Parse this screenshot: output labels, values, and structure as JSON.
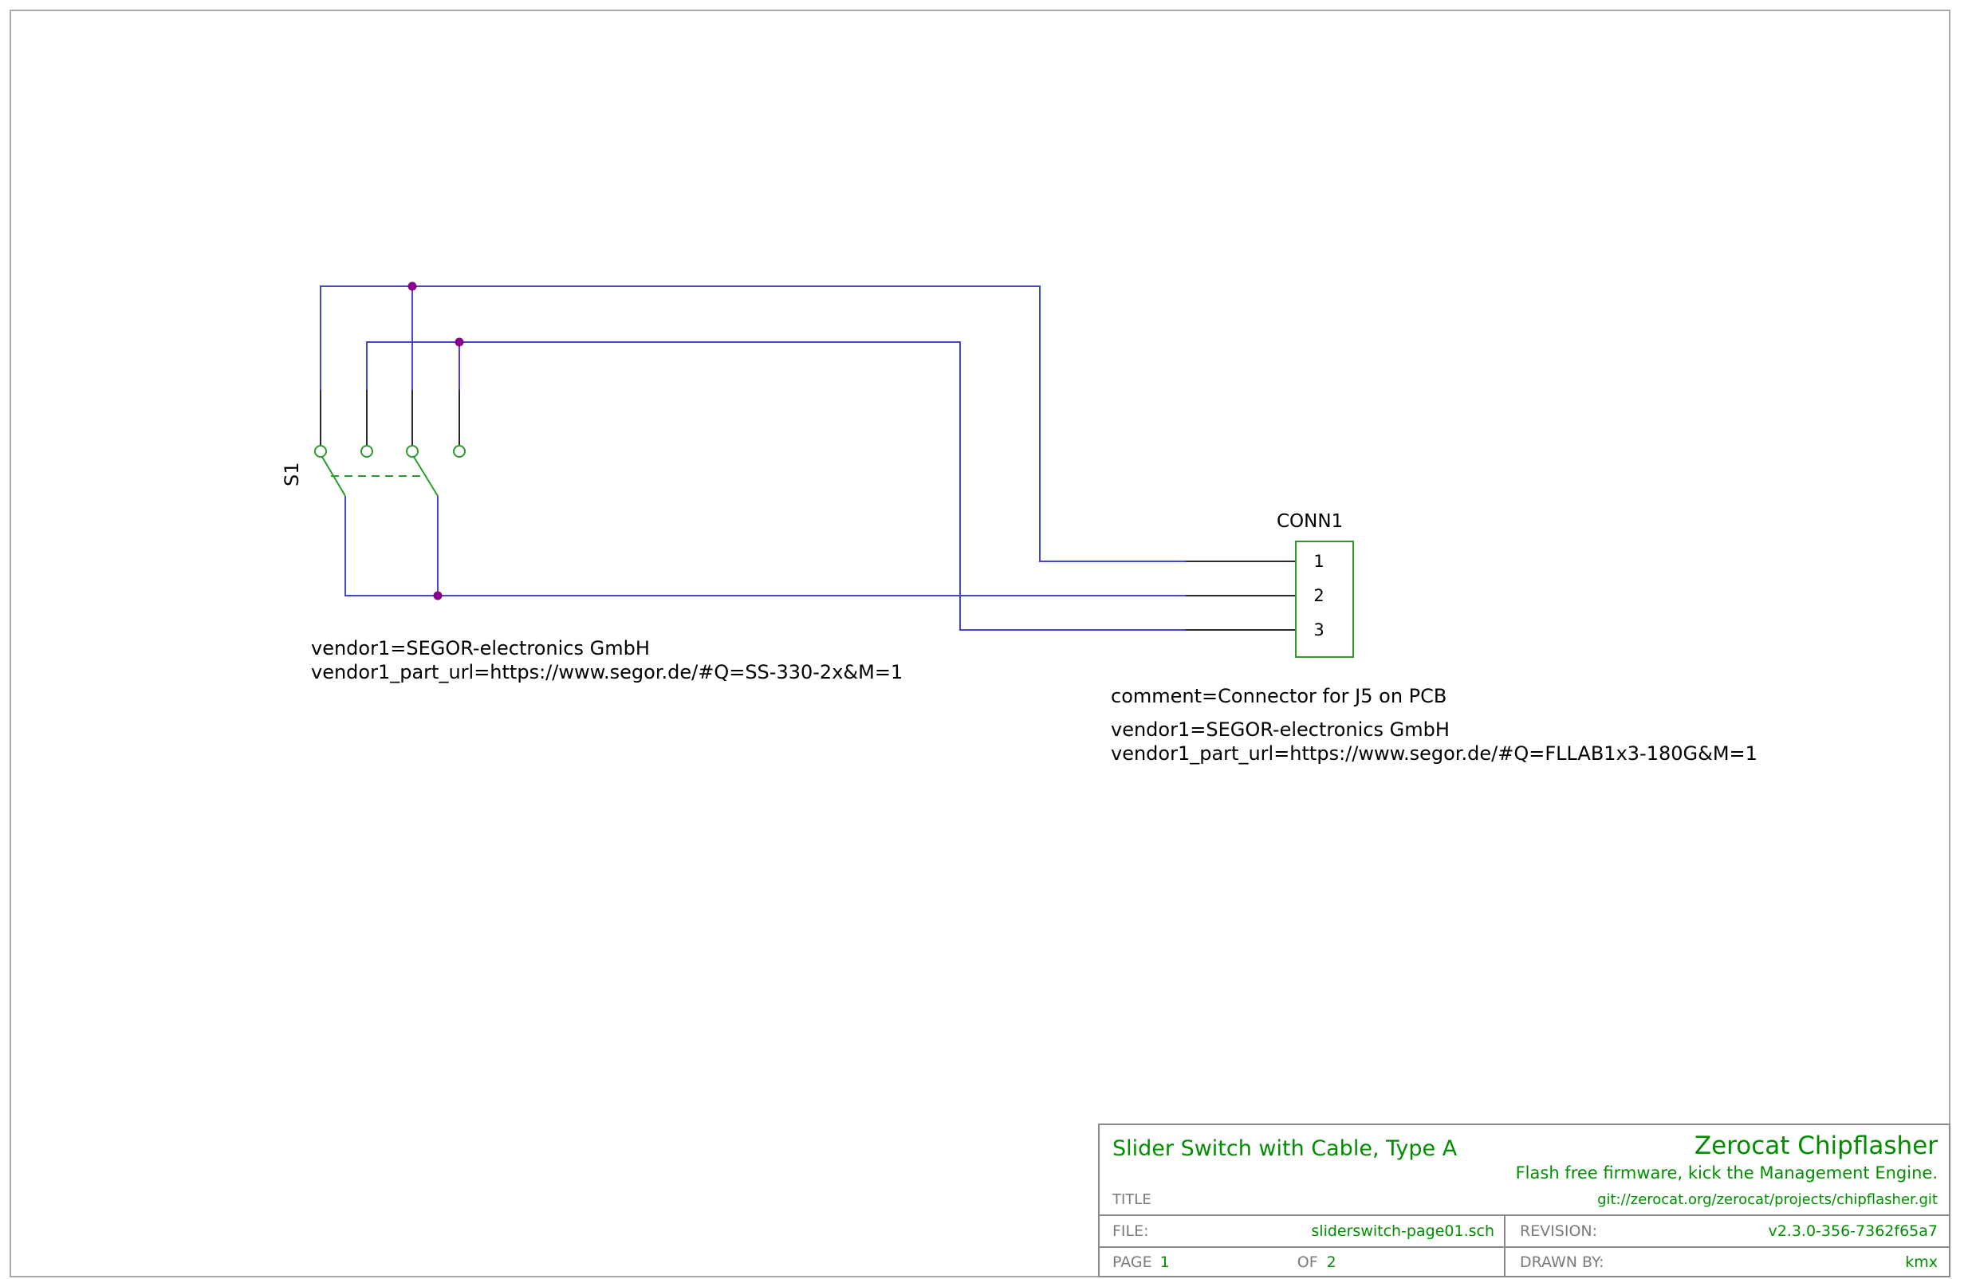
{
  "schematic": {
    "switch": {
      "refdes": "S1",
      "annotation_1": "vendor1=SEGOR-electronics GmbH",
      "annotation_2": "vendor1_part_url=https://www.segor.de/#Q=SS-330-2x&M=1"
    },
    "connector": {
      "refdes": "CONN1",
      "pin_1": "1",
      "pin_2": "2",
      "pin_3": "3",
      "comment": "comment=Connector for J5 on PCB",
      "annotation_1": "vendor1=SEGOR-electronics GmbH",
      "annotation_2": "vendor1_part_url=https://www.segor.de/#Q=FLLAB1x3-180G&M=1"
    }
  },
  "title_block": {
    "title": "Slider Switch with Cable, Type A",
    "title_label": "TITLE",
    "brand": "Zerocat Chipflasher",
    "tagline": "Flash free firmware, kick the Management Engine.",
    "repo": "git://zerocat.org/zerocat/projects/chipflasher.git",
    "file_label": "FILE:",
    "file_value": "sliderswitch-page01.sch",
    "revision_label": "REVISION:",
    "revision_value": "v2.3.0-356-7362f65a7",
    "page_label": "PAGE",
    "page_value": "1",
    "of_label": "OF",
    "of_value": "2",
    "drawn_by_label": "DRAWN BY:",
    "drawn_by_value": "kmx"
  },
  "colors": {
    "net_blue": "#4545cf",
    "symbol_green": "#2a9c2a",
    "text_green": "#008e00",
    "junction_purple": "#8b008b",
    "pin_dark": "#2a2a2a",
    "frame_gray": "#8a8a8a"
  }
}
